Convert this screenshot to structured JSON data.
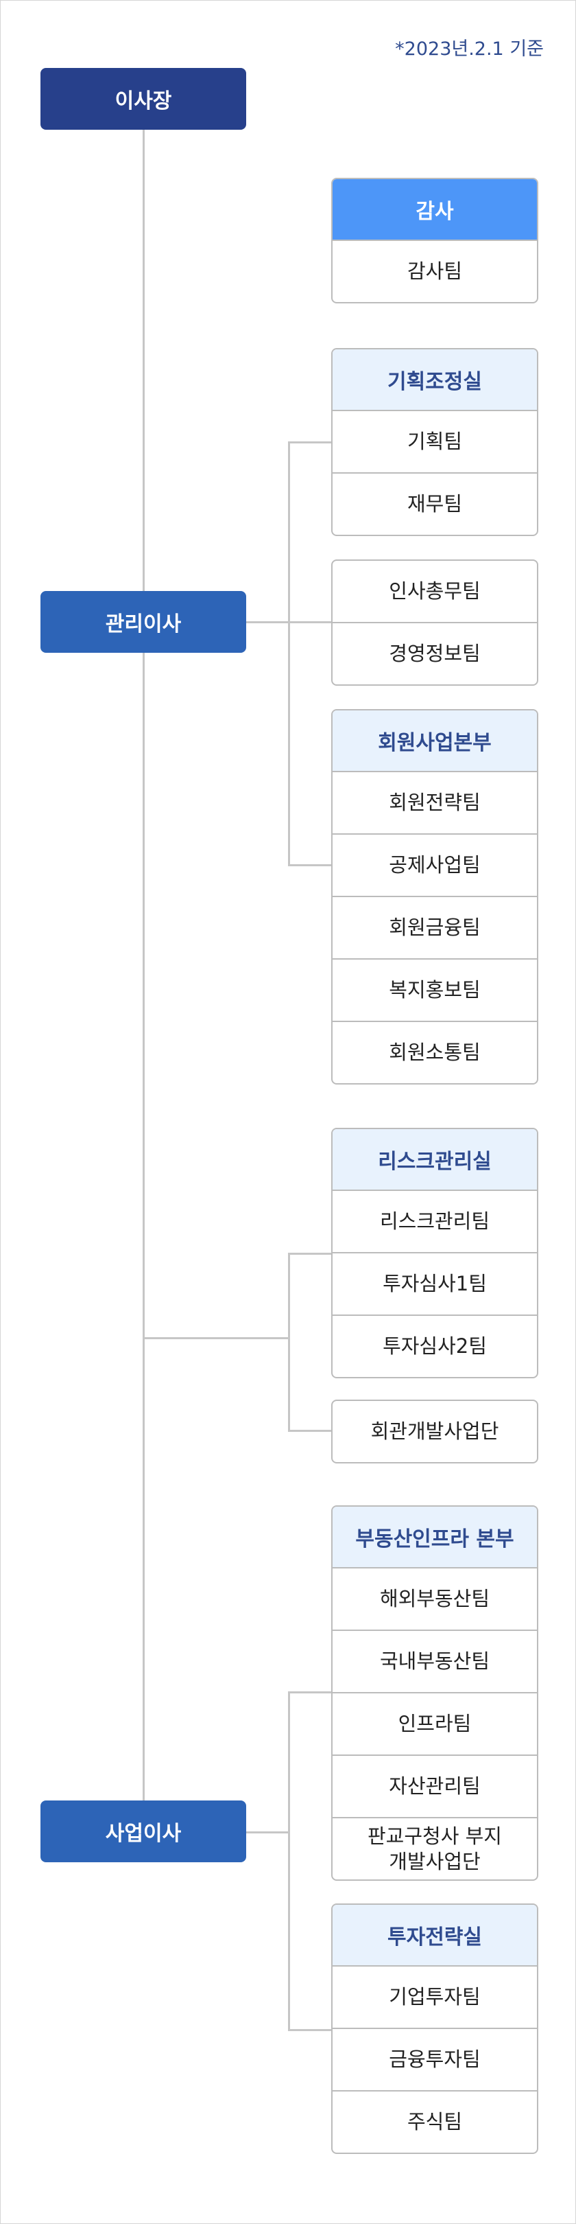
{
  "reference_date": "*2023년.2.1 기준",
  "executives": {
    "chairman": "이사장",
    "managing_director": "관리이사",
    "business_director": "사업이사"
  },
  "groups": {
    "audit": {
      "title": "감사",
      "items": [
        "감사팀"
      ]
    },
    "planning": {
      "title": "기획조정실",
      "items": [
        "기획팀",
        "재무팀"
      ]
    },
    "general": {
      "items": [
        "인사총무팀",
        "경영정보팀"
      ]
    },
    "member": {
      "title": "회원사업본부",
      "items": [
        "회원전략팀",
        "공제사업팀",
        "회원금융팀",
        "복지홍보팀",
        "회원소통팀"
      ]
    },
    "risk": {
      "title": "리스크관리실",
      "items": [
        "리스크관리팀",
        "투자심사1팀",
        "투자심사2팀"
      ]
    },
    "hall": {
      "items": [
        "회관개발사업단"
      ]
    },
    "realestate": {
      "title": "부동산인프라 본부",
      "items": [
        "해외부동산팀",
        "국내부동산팀",
        "인프라팀",
        "자산관리팀",
        "판교구청사 부지\n개발사업단"
      ]
    },
    "strategy": {
      "title": "투자전략실",
      "items": [
        "기업투자팀",
        "금융투자팀",
        "주식팀"
      ]
    }
  }
}
